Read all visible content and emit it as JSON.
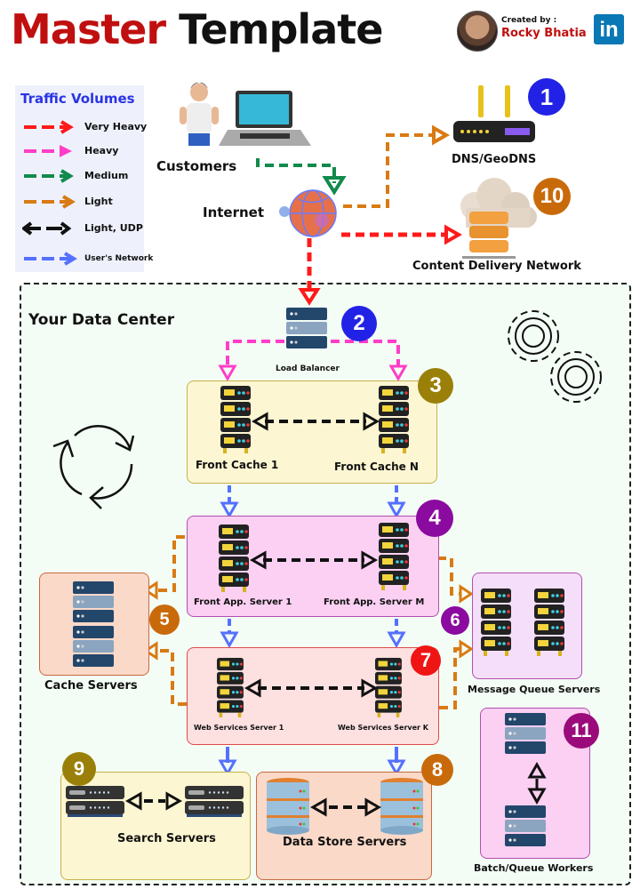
{
  "header": {
    "title_part1": "Master",
    "title_part2": "Template",
    "created_by_label": "Created by :",
    "creator_name": "Rocky Bhatia",
    "linkedin_icon_text": "in"
  },
  "legend": {
    "title": "Traffic Volumes",
    "items": [
      {
        "label": "Very Heavy",
        "color": "#ff1a1a",
        "style": "dashed",
        "direction": "one-way"
      },
      {
        "label": "Heavy",
        "color": "#ff3dc8",
        "style": "dashed",
        "direction": "one-way"
      },
      {
        "label": "Medium",
        "color": "#118a4c",
        "style": "dashed",
        "direction": "one-way"
      },
      {
        "label": "Light",
        "color": "#d97a14",
        "style": "dashed",
        "direction": "one-way"
      },
      {
        "label": "Light, UDP",
        "color": "#111111",
        "style": "dashed",
        "direction": "two-way"
      },
      {
        "label": "User's Network",
        "color": "#5470ff",
        "style": "dashed",
        "direction": "one-way"
      }
    ]
  },
  "external": {
    "customers_label": "Customers",
    "internet_label": "Internet",
    "dns_label": "DNS/GeoDNS",
    "dns_badge": "1",
    "cdn_label": "Content Delivery Network",
    "cdn_badge": "10"
  },
  "datacenter": {
    "title": "Your Data Center",
    "load_balancer": {
      "label": "Load Balancer",
      "badge": "2"
    },
    "front_cache": {
      "badge": "3",
      "left": "Front Cache 1",
      "right": "Front Cache N"
    },
    "front_app": {
      "badge": "4",
      "left": "Front App. Server 1",
      "right": "Front App. Server M"
    },
    "cache_servers": {
      "badge": "5",
      "label": "Cache Servers"
    },
    "message_queue": {
      "badge": "6",
      "label": "Message Queue Servers"
    },
    "web_services": {
      "badge": "7",
      "left": "Web Services Server 1",
      "right": "Web Services Server K"
    },
    "data_store": {
      "badge": "8",
      "label": "Data Store Servers"
    },
    "search": {
      "badge": "9",
      "label": "Search Servers"
    },
    "batch_workers": {
      "badge": "11",
      "label": "Batch/Queue Workers"
    }
  },
  "colors": {
    "badge_blue": "#2222e6",
    "badge_olive": "#9a8008",
    "badge_purple": "#8b0aa0",
    "badge_orange": "#c96a0a",
    "badge_red": "#f01515",
    "badge_magenta": "#9b0a7a"
  }
}
